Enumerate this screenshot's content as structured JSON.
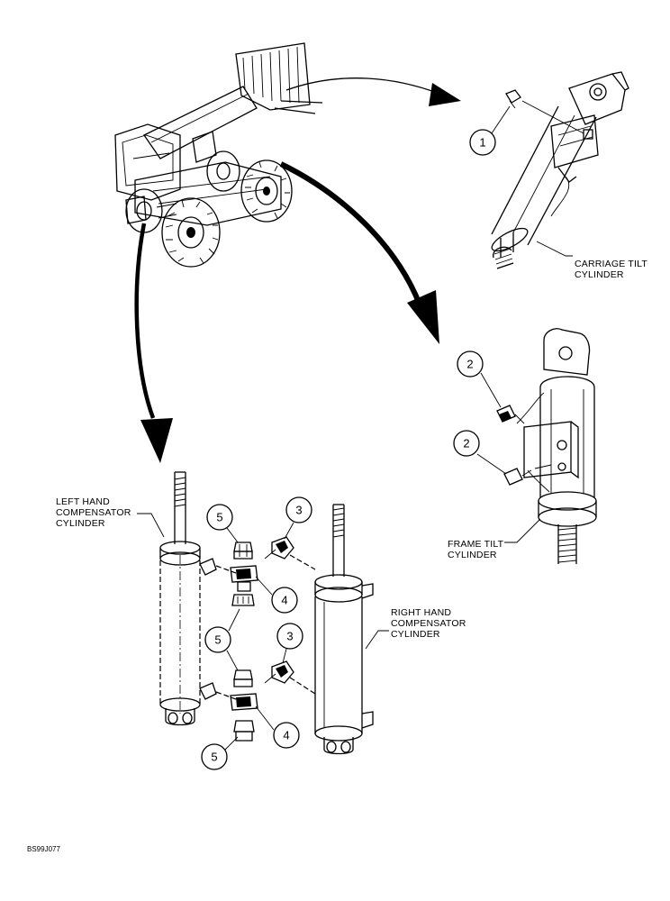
{
  "labels": {
    "carriage_tilt": [
      "CARRIAGE TILT",
      "CYLINDER"
    ],
    "frame_tilt": [
      "FRAME TILT",
      "CYLINDER"
    ],
    "left_comp": [
      "LEFT HAND",
      "COMPENSATOR",
      "CYLINDER"
    ],
    "right_comp": [
      "RIGHT HAND",
      "COMPENSATOR",
      "CYLINDER"
    ]
  },
  "callouts": {
    "c1": "1",
    "c2a": "2",
    "c2b": "2",
    "c3a": "3",
    "c3b": "3",
    "c4a": "4",
    "c4b": "4",
    "c5a": "5",
    "c5b": "5",
    "c5c": "5"
  },
  "code": "BS99J077",
  "icons": {
    "machine": "telehandler-illustration",
    "arrows": "curved-pointer-arrow"
  }
}
